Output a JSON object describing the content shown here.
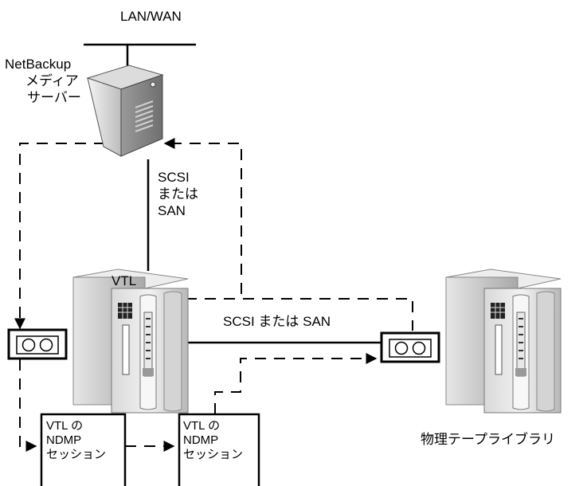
{
  "network_label": "LAN/WAN",
  "media_server_label": [
    "NetBackup",
    "メディア",
    "サーバー"
  ],
  "server_link_label": [
    "SCSI",
    "または",
    "SAN"
  ],
  "vtl_label": "VTL",
  "library_link_label": "SCSI または SAN",
  "physical_library_label": "物理テープライブラリ",
  "ndmp_session_1": [
    "VTL の",
    "NDMP",
    "セッション"
  ],
  "ndmp_session_2": [
    "VTL の",
    "NDMP",
    "セッション"
  ]
}
